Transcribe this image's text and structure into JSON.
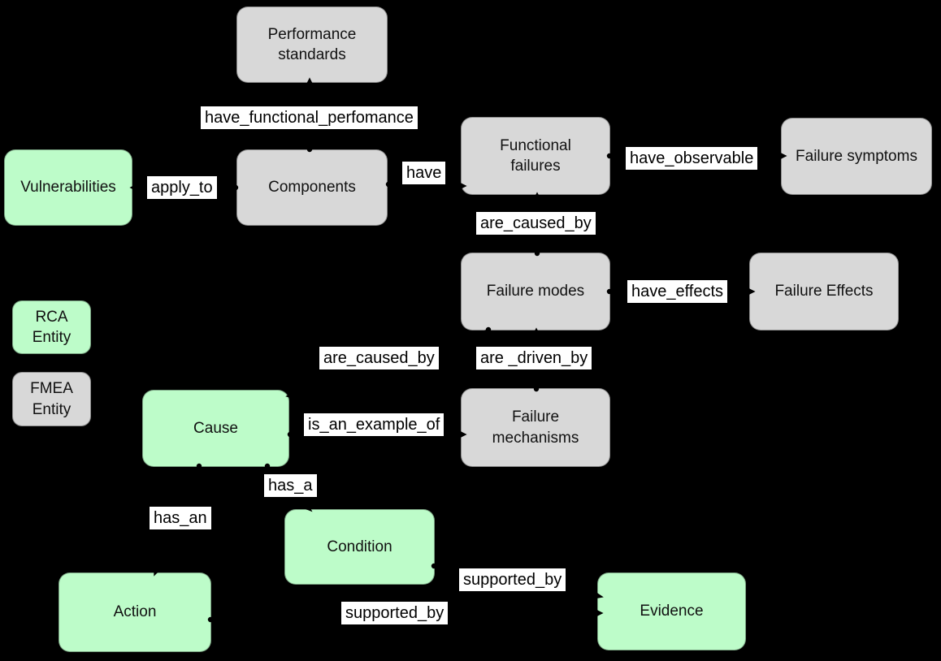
{
  "diagram": {
    "background_color": "#000000",
    "rca_fill_color": "#bdfcc9",
    "fmea_fill_color": "#d8d8d8",
    "edge_label_bg_color": "#ffffff",
    "text_color": "#000000",
    "nodes": [
      {
        "id": "performance-standards",
        "label": "Performance\nstandards",
        "type": "fmea"
      },
      {
        "id": "vulnerabilities",
        "label": "Vulnerabilities",
        "type": "rca"
      },
      {
        "id": "components",
        "label": "Components",
        "type": "fmea"
      },
      {
        "id": "functional-failures",
        "label": "Functional\nfailures",
        "type": "fmea"
      },
      {
        "id": "failure-symptoms",
        "label": "Failure symptoms",
        "type": "fmea"
      },
      {
        "id": "failure-modes",
        "label": "Failure modes",
        "type": "fmea"
      },
      {
        "id": "failure-effects",
        "label": "Failure Effects",
        "type": "fmea"
      },
      {
        "id": "rca-entity-legend",
        "label": "RCA\nEntity",
        "type": "rca"
      },
      {
        "id": "fmea-entity-legend",
        "label": "FMEA\nEntity",
        "type": "fmea"
      },
      {
        "id": "cause",
        "label": "Cause",
        "type": "rca"
      },
      {
        "id": "failure-mechanisms",
        "label": "Failure\nmechanisms",
        "type": "fmea"
      },
      {
        "id": "condition",
        "label": "Condition",
        "type": "rca"
      },
      {
        "id": "action",
        "label": "Action",
        "type": "rca"
      },
      {
        "id": "evidence",
        "label": "Evidence",
        "type": "rca"
      }
    ],
    "edge_labels": [
      {
        "text": "have_functional_perfomance"
      },
      {
        "text": "apply_to"
      },
      {
        "text": "have"
      },
      {
        "text": "have_observable"
      },
      {
        "text": "are_caused_by"
      },
      {
        "text": "have_effects"
      },
      {
        "text": "are_caused_by"
      },
      {
        "text": "are _driven_by"
      },
      {
        "text": "is_an_example_of"
      },
      {
        "text": "has_a"
      },
      {
        "text": "has_an"
      },
      {
        "text": "supported_by"
      },
      {
        "text": "supported_by"
      }
    ]
  }
}
